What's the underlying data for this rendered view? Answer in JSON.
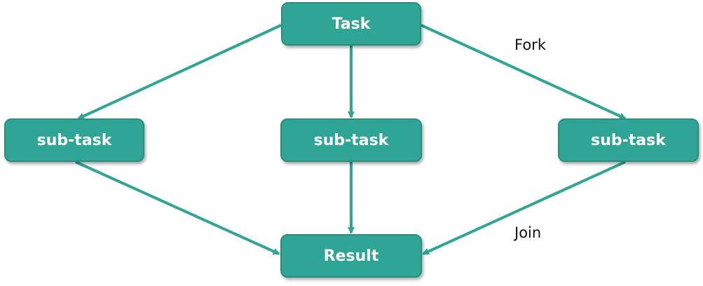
{
  "colors": {
    "node_fill": "#2fa596",
    "edge": "#2fa596"
  },
  "nodes": {
    "task": "Task",
    "subtask_left": "sub-task",
    "subtask_center": "sub-task",
    "subtask_right": "sub-task",
    "result": "Result"
  },
  "labels": {
    "fork": "Fork",
    "join": "Join"
  }
}
